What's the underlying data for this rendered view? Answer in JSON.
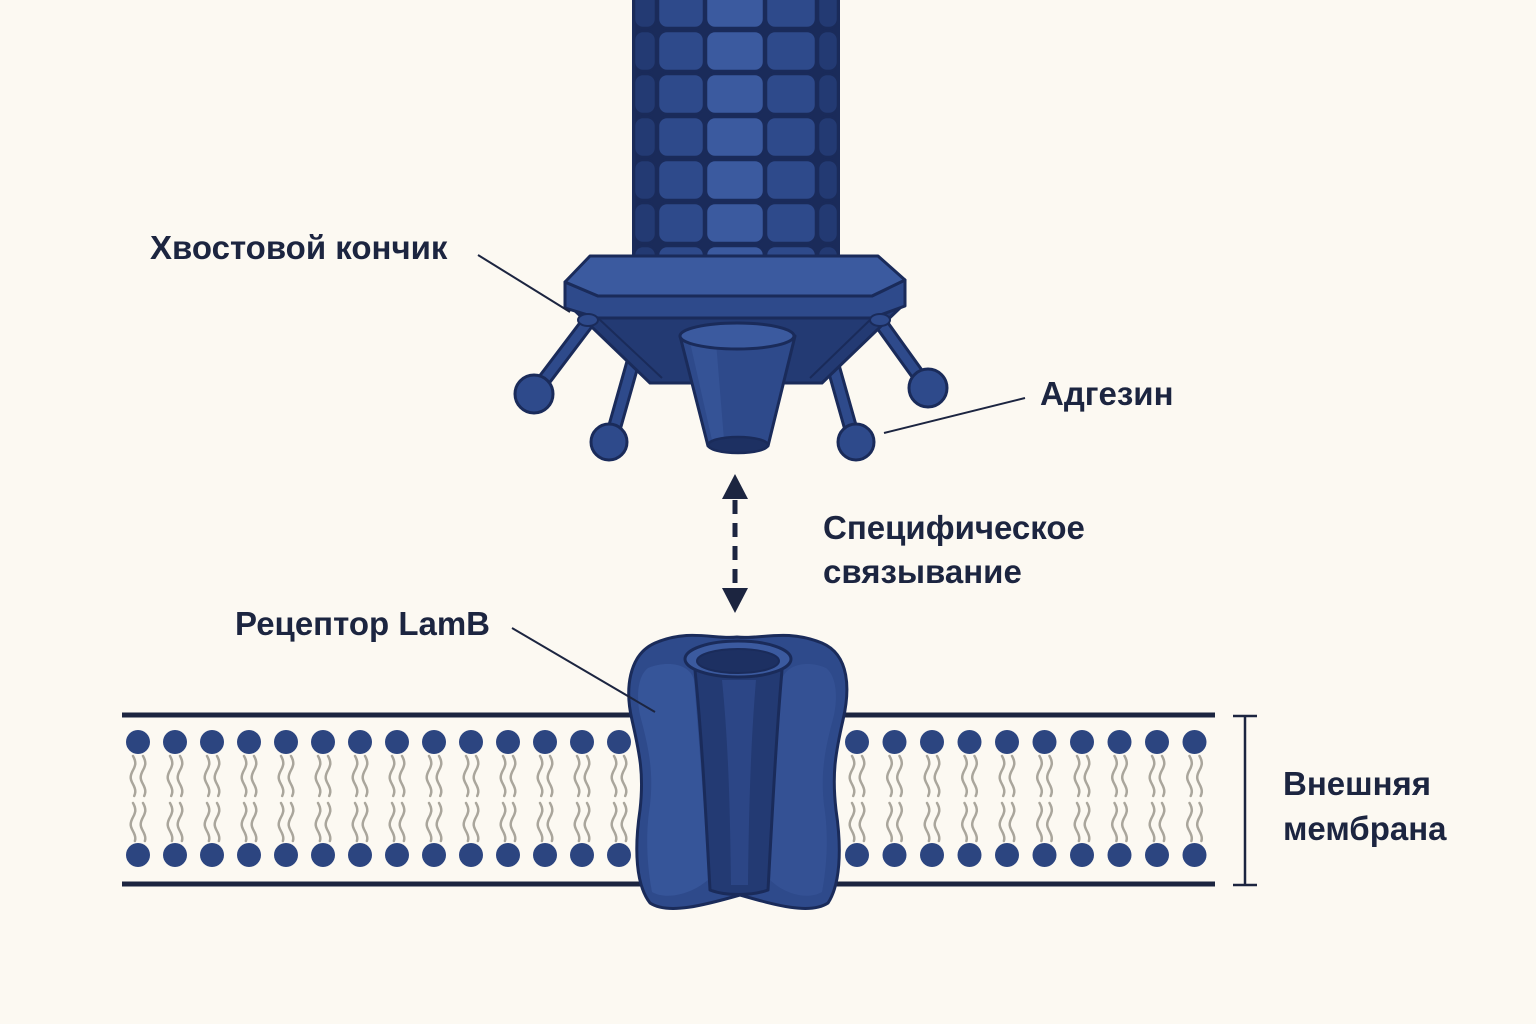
{
  "labels": {
    "tail_tip": "Хвостовой кончик",
    "adhesin": "Адгезин",
    "binding_line1": "Специфическое",
    "binding_line2": "связывание",
    "receptor": "Рецептор LamB",
    "membrane_line1": "Внешняя",
    "membrane_line2": "мембрана"
  },
  "colors": {
    "background": "#fcf9f2",
    "protein": "#2e4a8b",
    "protein_light": "#3b5a9f",
    "protein_dark": "#233a73",
    "outline": "#1a2b5a",
    "text": "#1c2540",
    "lipid_head": "#2c4580",
    "lipid_tail": "#aaa69c",
    "line": "#1c2540"
  }
}
